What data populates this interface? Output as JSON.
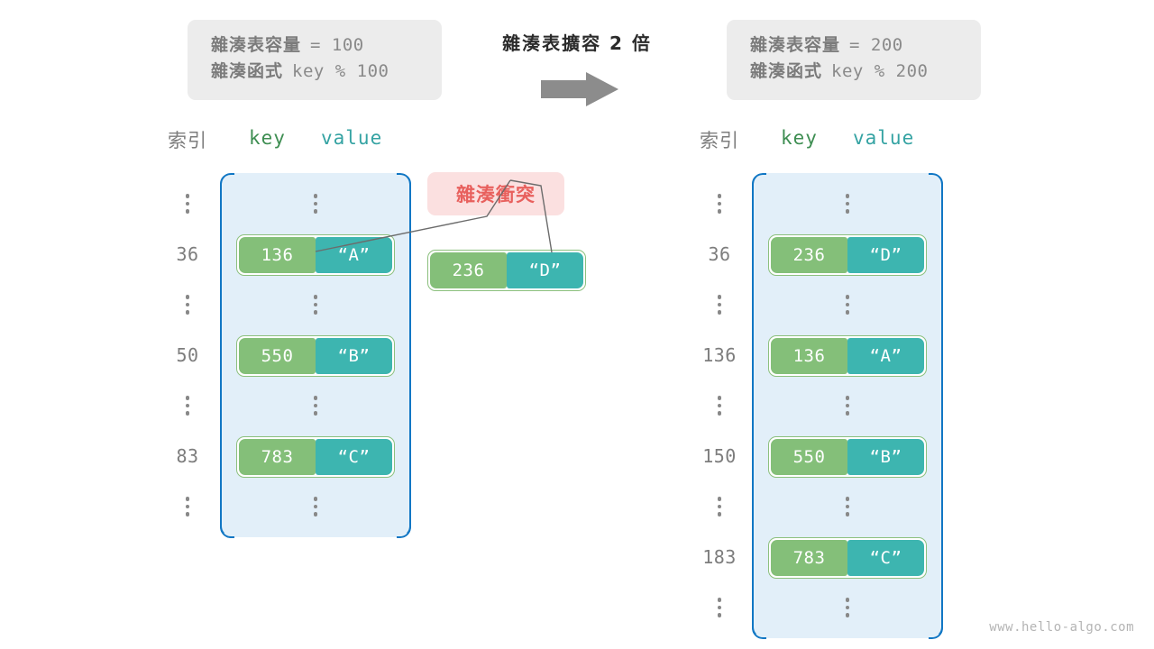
{
  "before": {
    "capacity_label": "雜湊表容量",
    "capacity_expr": "= 100",
    "function_label": "雜湊函式",
    "function_expr": "key % 100"
  },
  "after": {
    "capacity_label": "雜湊表容量",
    "capacity_expr": "= 200",
    "function_label": "雜湊函式",
    "function_expr": "key % 200"
  },
  "transform": {
    "caption": "雜湊表擴容 2 倍",
    "arrow_icon": "right-arrow-icon"
  },
  "headers": {
    "index": "索引",
    "key": "key",
    "value": "value"
  },
  "collision": {
    "badge_label": "雜湊衝突",
    "pair": {
      "key": "236",
      "value": "“D”"
    }
  },
  "left_table": {
    "rows": [
      {
        "type": "dots",
        "index": "⋮"
      },
      {
        "type": "entry",
        "index": "36",
        "key": "136",
        "value": "“A”"
      },
      {
        "type": "dots",
        "index": "⋮"
      },
      {
        "type": "entry",
        "index": "50",
        "key": "550",
        "value": "“B”"
      },
      {
        "type": "dots",
        "index": "⋮"
      },
      {
        "type": "entry",
        "index": "83",
        "key": "783",
        "value": "“C”"
      },
      {
        "type": "dots",
        "index": "⋮"
      }
    ]
  },
  "right_table": {
    "rows": [
      {
        "type": "dots",
        "index": "⋮"
      },
      {
        "type": "entry",
        "index": "36",
        "key": "236",
        "value": "“D”"
      },
      {
        "type": "dots",
        "index": "⋮"
      },
      {
        "type": "entry",
        "index": "136",
        "key": "136",
        "value": "“A”"
      },
      {
        "type": "dots",
        "index": "⋮"
      },
      {
        "type": "entry",
        "index": "150",
        "key": "550",
        "value": "“B”"
      },
      {
        "type": "dots",
        "index": "⋮"
      },
      {
        "type": "entry",
        "index": "183",
        "key": "783",
        "value": "“C”"
      },
      {
        "type": "dots",
        "index": "⋮"
      }
    ]
  },
  "watermark": "www.hello-algo.com",
  "colors": {
    "key_cell": "#84bf79",
    "value_cell": "#3db5b0",
    "bucket_fill": "#e2eff9",
    "bucket_border": "#1177c4",
    "collision_bg": "#fbe0e0",
    "collision_text": "#e8605d",
    "info_bg": "#ececec"
  }
}
